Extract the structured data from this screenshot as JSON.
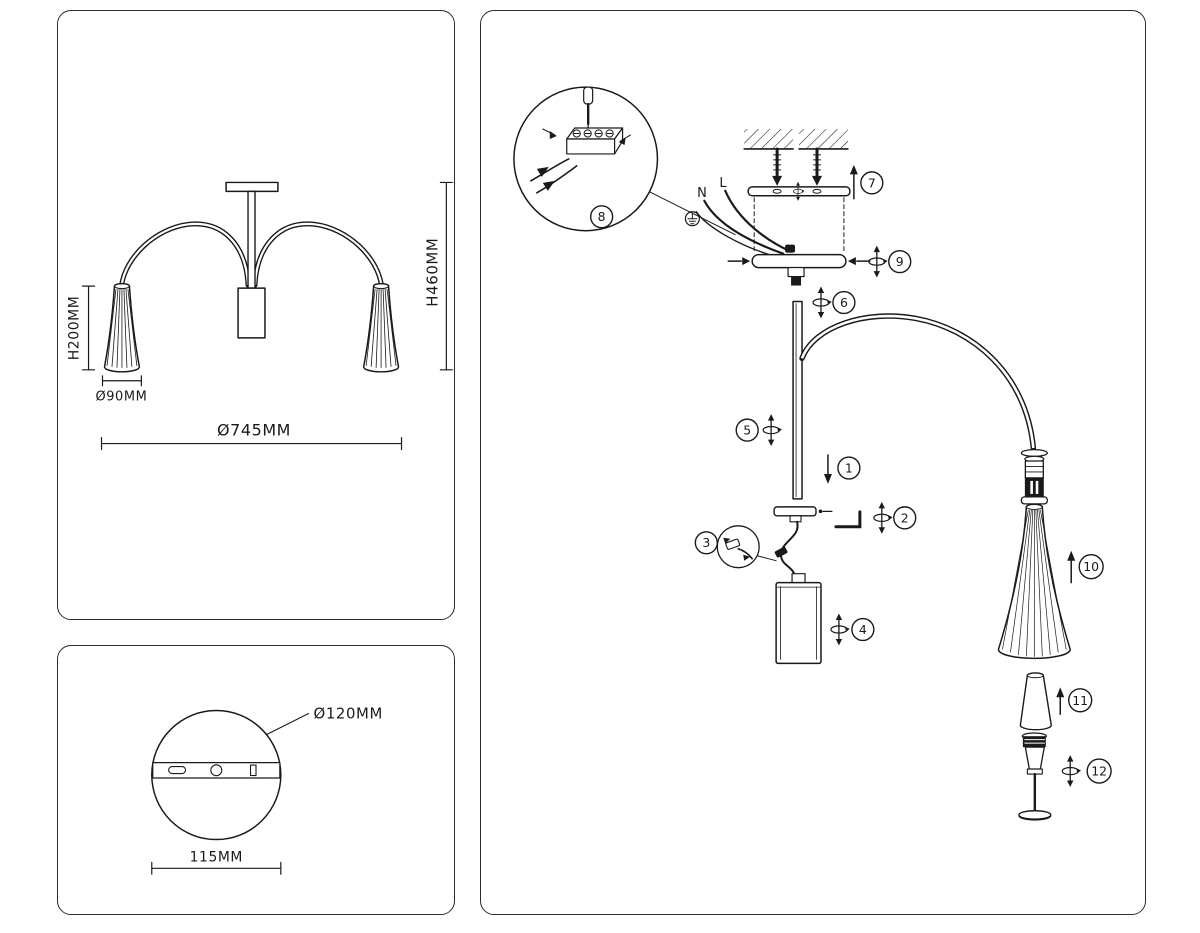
{
  "colors": {
    "line": "#1a1a1a",
    "background": "#ffffff"
  },
  "dim_panel": {
    "shade_height": "H200MM",
    "shade_diameter": "Ø90MM",
    "fixture_height": "H460MM",
    "fixture_diameter": "Ø745MM"
  },
  "base_panel": {
    "plate_diameter": "Ø120MM",
    "mount_spacing": "115MM"
  },
  "assembly_panel": {
    "wire_neutral": "N",
    "wire_live": "L",
    "steps": {
      "s1": "1",
      "s2": "2",
      "s3": "3",
      "s4": "4",
      "s5": "5",
      "s6": "6",
      "s7": "7",
      "s8": "8",
      "s9": "9",
      "s10": "10",
      "s11": "11",
      "s12": "12"
    }
  },
  "icons": {
    "rotate": "screw-rotation-icon",
    "arrow_up": "up-arrow-icon",
    "arrow_down": "down-arrow-icon",
    "screwdriver": "screwdriver-icon",
    "allen_key": "allen-key-icon",
    "ground": "ground-symbol-icon"
  }
}
